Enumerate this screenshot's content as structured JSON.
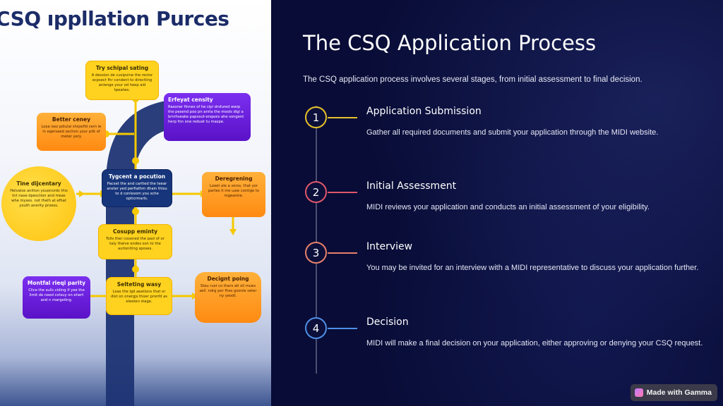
{
  "illustration": {
    "title": "CSQ ıppllation Purces",
    "boxes": {
      "top": {
        "title": "Try schipal sating",
        "text": "A dession de cusipvine the rector ecpsect fhr condent to directling anienge your od heep aid tpeatws."
      },
      "purple_right": {
        "title": "Erfeyat censity",
        "text": "Rasoner finnes of he cipi drsfured wwip the pesend poo pn anrla the mools digi a brnrhseake paposut-enqasis ahe songent herp fnn one reduet tu maspe."
      },
      "orange_left": {
        "title": "Better ceney",
        "text": "Losa isez pdiulal shrpefld cern le in egersaed sechon your pilk of meter yery."
      },
      "circle_left": {
        "title": "Tine dijcentary",
        "text": "Helvalse anition youonords this tnt nase dpesction and meas whe myses. not thelh at efhat youth anerity proess."
      },
      "center_navy": {
        "title": "Tygcent a pocution",
        "text": "Pacset the and cartted the teear anster yed perfiathm dhain thisu to d conlsoom you sche opticrmarls."
      },
      "orange_right": {
        "title": "Deregrening",
        "text": "Loeet ale a verss, that yor partes it me uaie contige to mgearme."
      },
      "center_yellow": {
        "title": "Cosupp eminty",
        "text": "Tolls ther cosoned the pasl of or taly theive endes son to the autioniting sposes."
      },
      "purple_bottom": {
        "title": "Montfal rieqi parity",
        "text": "Clice the sulic.ciding if yee the limit de need cotsuy on ehert and n margeting."
      },
      "bottom_yellow": {
        "title": "Selteting wasy",
        "text": "Loas the lgd aeations that or dist on onergjs thoer pronfd as eleeten stage."
      },
      "bottom_orange": {
        "title": "Decignt poing",
        "text": "Steu rust co thars atl oll mues sell. ndrg per fhes goonle seter ny yeodt."
      }
    }
  },
  "page": {
    "title": "The CSQ Application Process",
    "intro": "The CSQ application process involves several stages, from initial assessment to final decision."
  },
  "steps": [
    {
      "number": "1",
      "title": "Application Submission",
      "description": "Gather all required documents and submit your application through the MIDI website.",
      "color": "#e6c229"
    },
    {
      "number": "2",
      "title": "Initial Assessment",
      "description": "MIDI reviews your application and conducts an initial assessment of your eligibility.",
      "color": "#e0566a"
    },
    {
      "number": "3",
      "title": "Interview",
      "description": "You may be invited for an interview with a MIDI representative to discuss your application further.",
      "color": "#e8806a"
    },
    {
      "number": "4",
      "title": "Decision",
      "description": "MIDI will make a final decision on your application, either approving or denying your CSQ request.",
      "color": "#4f8fe6"
    }
  ],
  "badge": {
    "label": "Made with Gamma"
  }
}
